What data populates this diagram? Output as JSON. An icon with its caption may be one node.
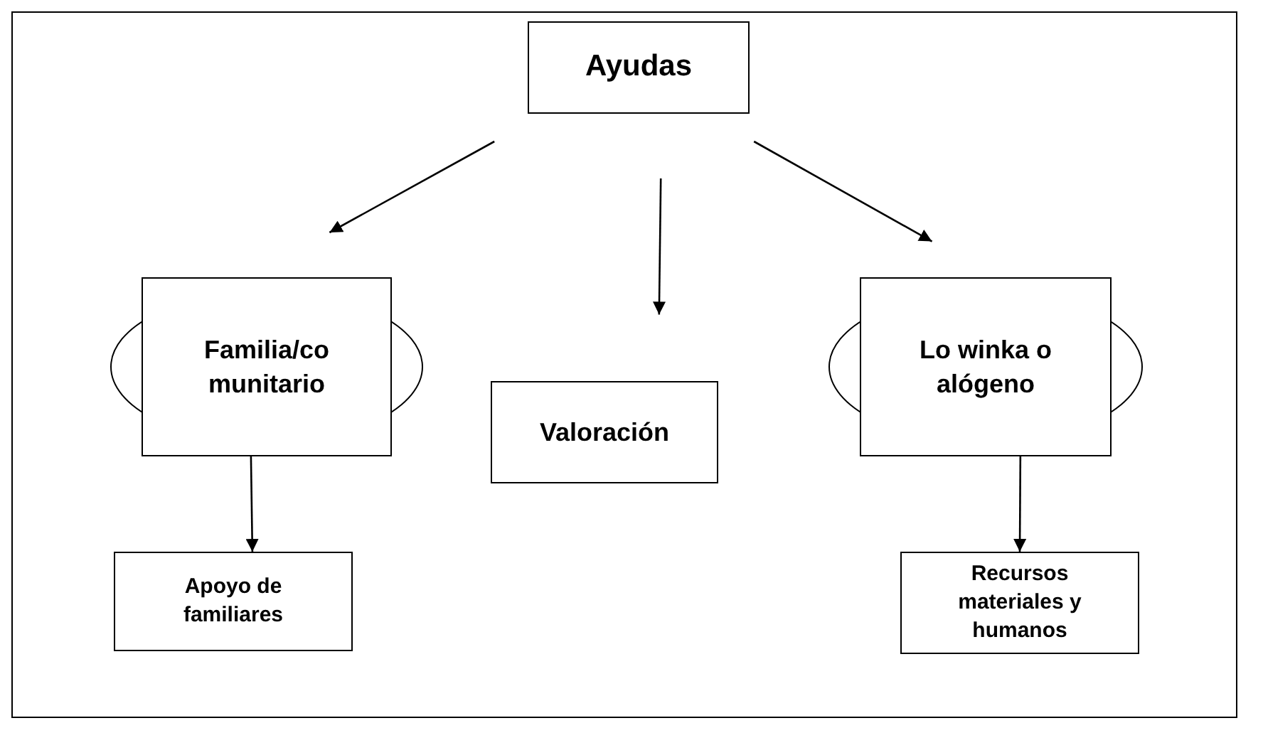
{
  "diagram": {
    "nodes": [
      {
        "text": [
          "Ayudas"
        ]
      },
      {
        "text": [
          "Familia/co munitario"
        ]
      },
      {
        "text": [
          "Valoración"
        ]
      },
      {
        "text": [
          "Lo winka o alógeno"
        ]
      },
      {
        "text": [
          "Apoyo de familiares"
        ]
      },
      {
        "text": [
          "Recursos materiales y humanos"
        ]
      }
    ],
    "edges": [
      {
        "from": 0,
        "to": 1,
        "arrow": "to"
      },
      {
        "from": 0,
        "to": 2,
        "arrow": "to"
      },
      {
        "from": 0,
        "to": 3,
        "arrow": "to"
      },
      {
        "from": 1,
        "to": 4,
        "arrow": "to"
      },
      {
        "from": 3,
        "to": 5,
        "arrow": "to"
      }
    ]
  }
}
